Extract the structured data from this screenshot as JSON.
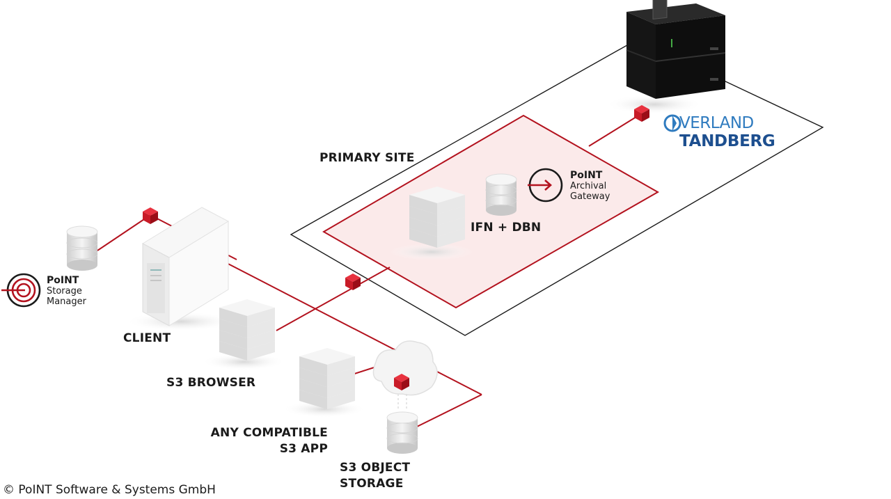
{
  "labels": {
    "primary_site": "PRIMARY SITE",
    "ifn_dbn": "IFN + DBN",
    "client": "CLIENT",
    "s3_browser": "S3 BROWSER",
    "any_compatible_line1": "ANY COMPATIBLE",
    "any_compatible_line2": "S3 APP",
    "s3_object_line1": "S3 OBJECT",
    "s3_object_line2": "STORAGE"
  },
  "archival_gateway": {
    "title": "PoINT",
    "line1": "Archival",
    "line2": "Gateway"
  },
  "storage_manager": {
    "title": "PoINT",
    "line1": "Storage",
    "line2": "Manager"
  },
  "vendor_logo": {
    "line1": "VERLAND",
    "line2": "TANDBERG",
    "o_glyph": "O"
  },
  "copyright": "© PoINT Software & Systems GmbH",
  "colors": {
    "accent_red": "#b3121e",
    "zone_fill": "#fbeaea",
    "outline": "#1a1a1a",
    "logo_blue": "#2f7bbf",
    "logo_dark_blue": "#1d4f8f"
  }
}
